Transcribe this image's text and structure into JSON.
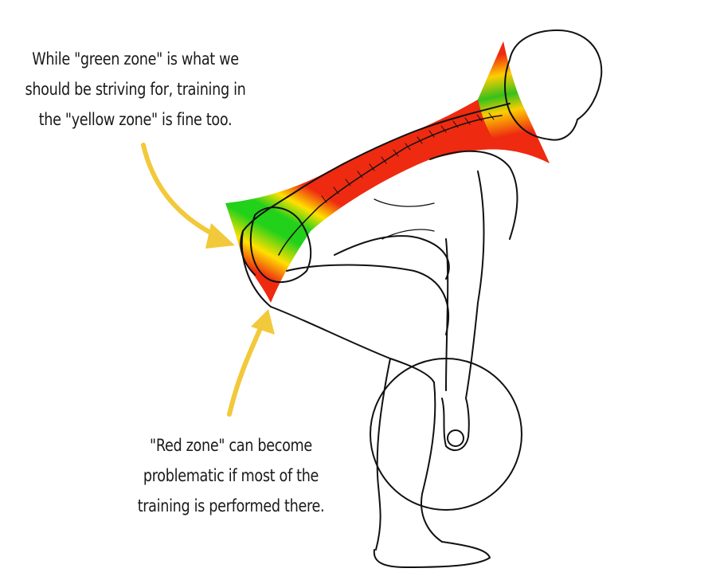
{
  "captions": {
    "top": {
      "lines": [
        "While \"green zone\" is what we",
        "should be striving for, training in",
        "the \"yellow zone\" is fine too."
      ]
    },
    "bottom": {
      "lines": [
        "\"Red zone\" can become",
        "problematic if most of the",
        "training is performed there."
      ]
    }
  },
  "colors": {
    "green_zone": "#22d11a",
    "yellow_zone": "#ffe000",
    "red_zone": "#ee2a10",
    "arrow": "#f2c93a",
    "outline": "#111111"
  },
  "icons": {
    "arrow_top": "curved-arrow-icon",
    "arrow_bottom": "curved-arrow-icon"
  }
}
